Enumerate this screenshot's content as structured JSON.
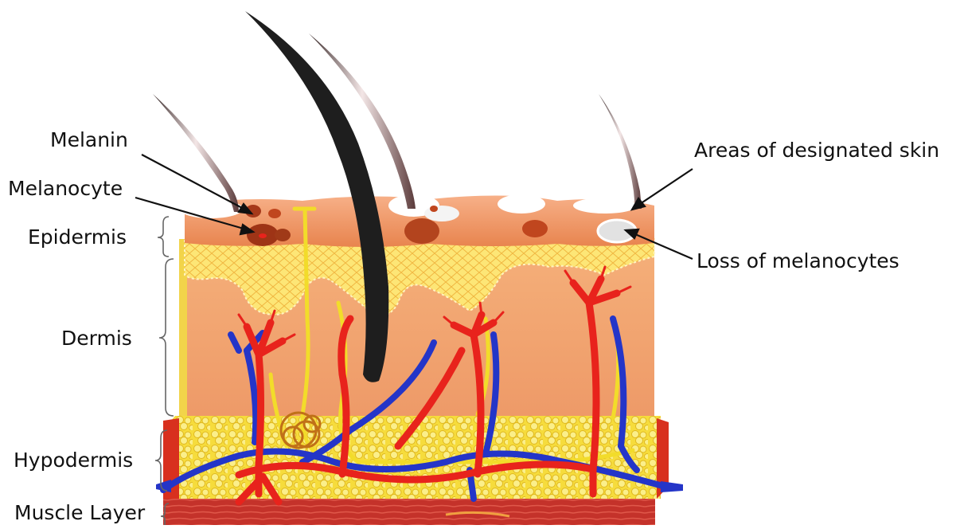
{
  "labels": {
    "melanin": "Melanin",
    "melanocyte": "Melanocyte",
    "epidermis": "Epidermis",
    "dermis": "Dermis",
    "hypodermis": "Hypodermis",
    "muscle_layer": "Muscle Layer",
    "areas_of_designated_skin": "Areas of designated skin",
    "loss_of_melanocytes": "Loss of melanocytes"
  },
  "colors": {
    "epidermis": "#e9925a",
    "dermis": "#f0a574",
    "dermal_papilla": "#fbe46a",
    "hypodermis_fat": "#f7e04a",
    "muscle": "#c8382a",
    "artery": "#e8231c",
    "vein": "#2535c9",
    "nerve": "#f4e22c",
    "hair": "#1e1e1e",
    "melanin": "#b8461e",
    "depigmented_patch": "#ffffff"
  }
}
